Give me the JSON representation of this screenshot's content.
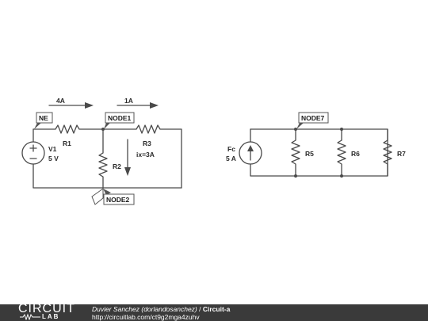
{
  "labels": {
    "i4a": "4A",
    "i1a": "1A",
    "ne": "NE",
    "node1": "NODE1",
    "node2": "NODE2",
    "node7": "NODE7",
    "r1": "R1",
    "r2": "R2",
    "r3": "R3",
    "ix": "ix=3A",
    "v1": "V1",
    "v1val": "5 V",
    "fc": "Fc",
    "fcval": "5 A",
    "r5": "R5",
    "r6": "R6",
    "r7": "R7"
  },
  "footer": {
    "logo_main": "CIRCUIT",
    "logo_sub": "LAB",
    "author": "Duvier Sanchez (dorlandosanchez)",
    "separator": " / ",
    "title": "Circuit-a",
    "url": "http://circuitlab.com/ct9g2mga4zuhv"
  },
  "colors": {
    "wire": "#4a4a4a",
    "footer_bg": "#3a3a3a"
  }
}
